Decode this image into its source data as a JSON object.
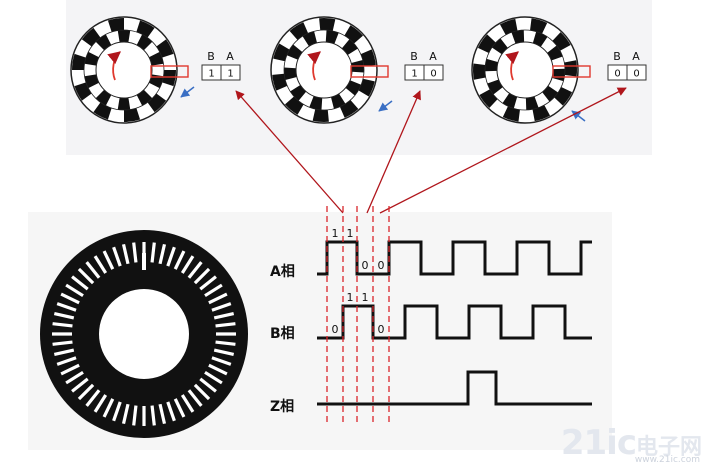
{
  "encoders": [
    {
      "b_label": "B",
      "a_label": "A",
      "b_value": "1",
      "a_value": "1"
    },
    {
      "b_label": "B",
      "a_label": "A",
      "b_value": "1",
      "a_value": "0"
    },
    {
      "b_label": "B",
      "a_label": "A",
      "b_value": "0",
      "a_value": "0"
    }
  ],
  "phases": {
    "a_label": "A相",
    "b_label": "B相",
    "z_label": "Z相"
  },
  "state_marks": {
    "a_high_1": "1",
    "a_high_2": "1",
    "a_low_1": "0",
    "a_low_2": "0",
    "b_high_1": "1",
    "b_high_2": "1",
    "b_low_1": "0",
    "b_low_2": "0"
  },
  "colors": {
    "arrow_red": "#b0161c",
    "dash_red": "#d9262b",
    "box_red": "#e0392e",
    "pointer_blue": "#3a6fc4"
  },
  "watermark": {
    "brand": "21ic",
    "cn": "电子网",
    "url": "www.21ic.com"
  }
}
